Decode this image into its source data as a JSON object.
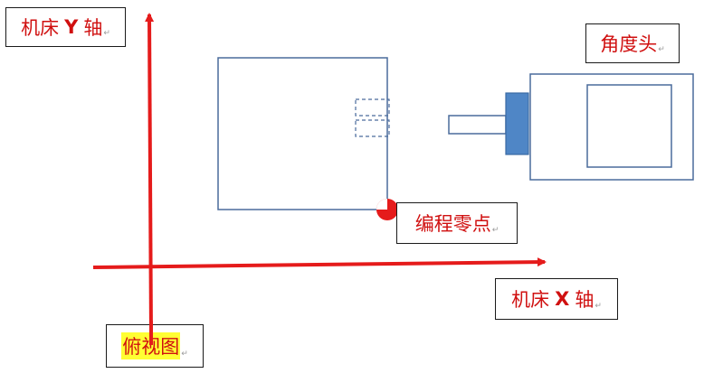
{
  "labels": {
    "machine_y_axis": {
      "pre": "机床",
      "letter": "Y",
      "post": "轴"
    },
    "angle_head": "角度头",
    "program_zero": "编程零点",
    "machine_x_axis": {
      "pre": "机床",
      "letter": "X",
      "post": "轴"
    },
    "top_view": "俯视图"
  },
  "paragraph_mark": "↵",
  "colors": {
    "axis_red": "#e51b1b",
    "outline_blue": "#4a6b9c",
    "spindle_blue": "#4f86c6",
    "label_text_red": "#d01010",
    "highlight_yellow": "#ffff33"
  }
}
